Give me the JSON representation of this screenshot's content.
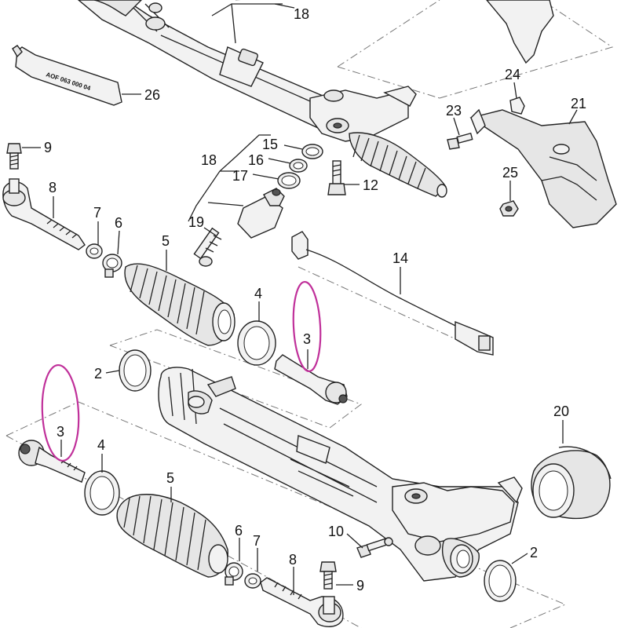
{
  "tube_text": "AOF 063 000 04",
  "highlight_color": "#c0309a",
  "labels": {
    "p2a": "2",
    "p2b": "2",
    "p3a": "3",
    "p3b": "3",
    "p4a": "4",
    "p4b": "4",
    "p5a": "5",
    "p5b": "5",
    "p6a": "6",
    "p6b": "6",
    "p7a": "7",
    "p7b": "7",
    "p8a": "8",
    "p8b": "8",
    "p9a": "9",
    "p9b": "9",
    "p10": "10",
    "p12": "12",
    "p14": "14",
    "p15": "15",
    "p16": "16",
    "p17": "17",
    "p18a": "18",
    "p18b": "18",
    "p19": "19",
    "p20": "20",
    "p21": "21",
    "p23": "23",
    "p24": "24",
    "p25": "25",
    "p26": "26"
  }
}
